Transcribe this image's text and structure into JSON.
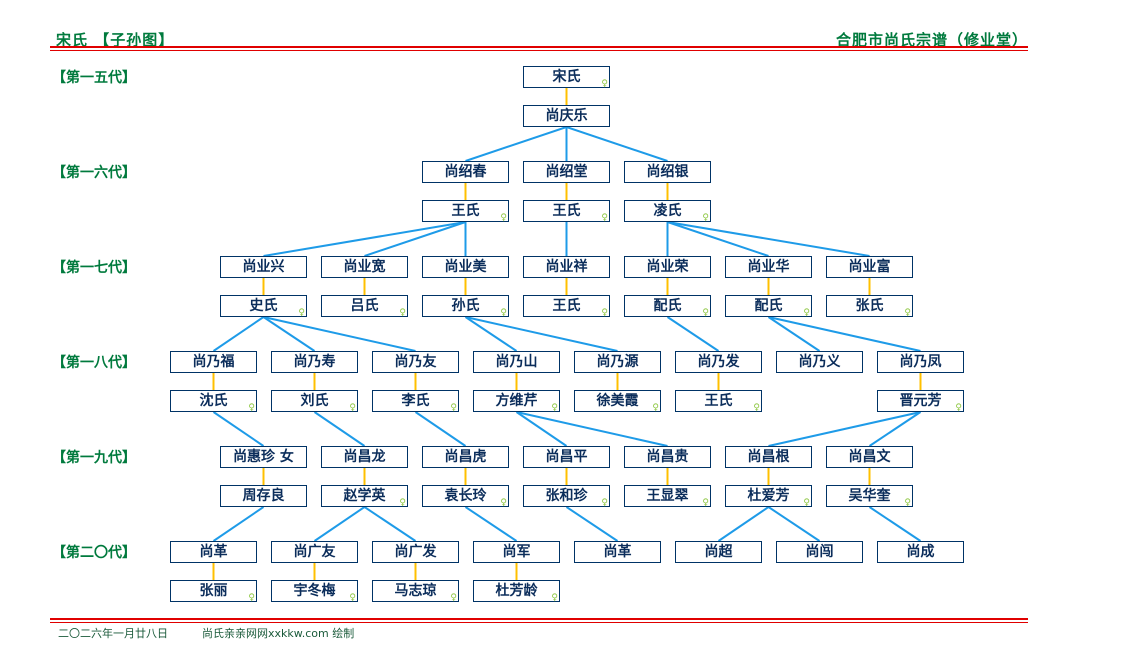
{
  "header": {
    "left": "宋氏 【子孙图】",
    "right": "合肥市尚氏宗谱（修业堂）"
  },
  "footer": {
    "date": "二〇二六年一月廿八日",
    "credit": "尚氏亲亲网网xxkkw.com 绘制"
  },
  "colors": {
    "descent_line": "#1e9be8",
    "spouse_line": "#ffc000",
    "box_border": "#003366",
    "heading": "#007a3d",
    "rule": "#e00000"
  },
  "female_symbol": "♀",
  "generations": [
    {
      "label": "【第一五代】",
      "members": [
        {
          "name": "宋氏",
          "name_female": true,
          "spouse": "尚庆乐",
          "spouse_female": false,
          "parent": null
        }
      ]
    },
    {
      "label": "【第一六代】",
      "members": [
        {
          "name": "尚绍春",
          "spouse": "王氏",
          "spouse_female": true,
          "parent": 0
        },
        {
          "name": "尚绍堂",
          "spouse": "王氏",
          "spouse_female": true,
          "parent": 0
        },
        {
          "name": "尚绍银",
          "spouse": "凌氏",
          "spouse_female": true,
          "parent": 0
        }
      ]
    },
    {
      "label": "【第一七代】",
      "members": [
        {
          "name": "尚业兴",
          "spouse": "史氏",
          "spouse_female": true,
          "parent": 0
        },
        {
          "name": "尚业宽",
          "spouse": "吕氏",
          "spouse_female": true,
          "parent": 0
        },
        {
          "name": "尚业美",
          "spouse": "孙氏",
          "spouse_female": true,
          "parent": 0
        },
        {
          "name": "尚业祥",
          "spouse": "王氏",
          "spouse_female": true,
          "parent": 1
        },
        {
          "name": "尚业荣",
          "spouse": "配氏",
          "spouse_female": true,
          "parent": 2
        },
        {
          "name": "尚业华",
          "spouse": "配氏",
          "spouse_female": true,
          "parent": 2
        },
        {
          "name": "尚业富",
          "spouse": "张氏",
          "spouse_female": true,
          "parent": 2
        }
      ]
    },
    {
      "label": "【第一八代】",
      "members": [
        {
          "name": "尚乃福",
          "spouse": "沈氏",
          "spouse_female": true,
          "parent": 0
        },
        {
          "name": "尚乃寿",
          "spouse": "刘氏",
          "spouse_female": true,
          "parent": 0
        },
        {
          "name": "尚乃友",
          "spouse": "李氏",
          "spouse_female": true,
          "parent": 0
        },
        {
          "name": "尚乃山",
          "spouse": "方维芹",
          "spouse_female": true,
          "parent": 2
        },
        {
          "name": "尚乃源",
          "spouse": "徐美霞",
          "spouse_female": true,
          "parent": 2
        },
        {
          "name": "尚乃发",
          "spouse": "王氏",
          "spouse_female": true,
          "parent": 4
        },
        {
          "name": "尚乃义",
          "spouse": null,
          "parent": 5
        },
        {
          "name": "尚乃凤",
          "spouse": "晋元芳",
          "spouse_female": true,
          "parent": 5
        }
      ]
    },
    {
      "label": "【第一九代】",
      "members": [
        {
          "name": "尚惠珍  女",
          "spouse": "周存良",
          "spouse_female": false,
          "parent": 0
        },
        {
          "name": "尚昌龙",
          "spouse": "赵学英",
          "spouse_female": true,
          "parent": 1
        },
        {
          "name": "尚昌虎",
          "spouse": "袁长玲",
          "spouse_female": true,
          "parent": 2
        },
        {
          "name": "尚昌平",
          "spouse": "张和珍",
          "spouse_female": true,
          "parent": 3
        },
        {
          "name": "尚昌贵",
          "spouse": "王显翠",
          "spouse_female": true,
          "parent": 3
        },
        {
          "name": "尚昌根",
          "spouse": "杜爱芳",
          "spouse_female": true,
          "parent": 7
        },
        {
          "name": "尚昌文",
          "spouse": "吴华奎",
          "spouse_female": true,
          "parent": 7
        }
      ]
    },
    {
      "label": "【第二〇代】",
      "members": [
        {
          "name": "尚革",
          "spouse": "张丽",
          "spouse_female": true,
          "parent": 0
        },
        {
          "name": "尚广友",
          "spouse": "宇冬梅",
          "spouse_female": true,
          "parent": 1
        },
        {
          "name": "尚广发",
          "spouse": "马志琼",
          "spouse_female": true,
          "parent": 1
        },
        {
          "name": "尚军",
          "spouse": "杜芳龄",
          "spouse_female": true,
          "parent": 2
        },
        {
          "name": "尚革",
          "spouse": null,
          "parent": 3
        },
        {
          "name": "尚超",
          "spouse": null,
          "parent": 5
        },
        {
          "name": "尚闯",
          "spouse": null,
          "parent": 5
        },
        {
          "name": "尚成",
          "spouse": null,
          "parent": 6
        }
      ]
    }
  ]
}
